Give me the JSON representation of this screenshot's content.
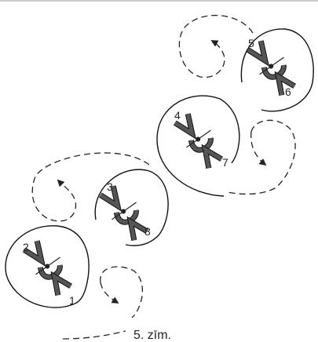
{
  "figure": {
    "caption": "5. zīm.",
    "groups": [
      {
        "labels": [
          "2",
          "1"
        ]
      },
      {
        "labels": [
          "3",
          "8"
        ]
      },
      {
        "labels": [
          "4",
          "7"
        ]
      },
      {
        "labels": [
          "5",
          "6"
        ]
      }
    ]
  }
}
